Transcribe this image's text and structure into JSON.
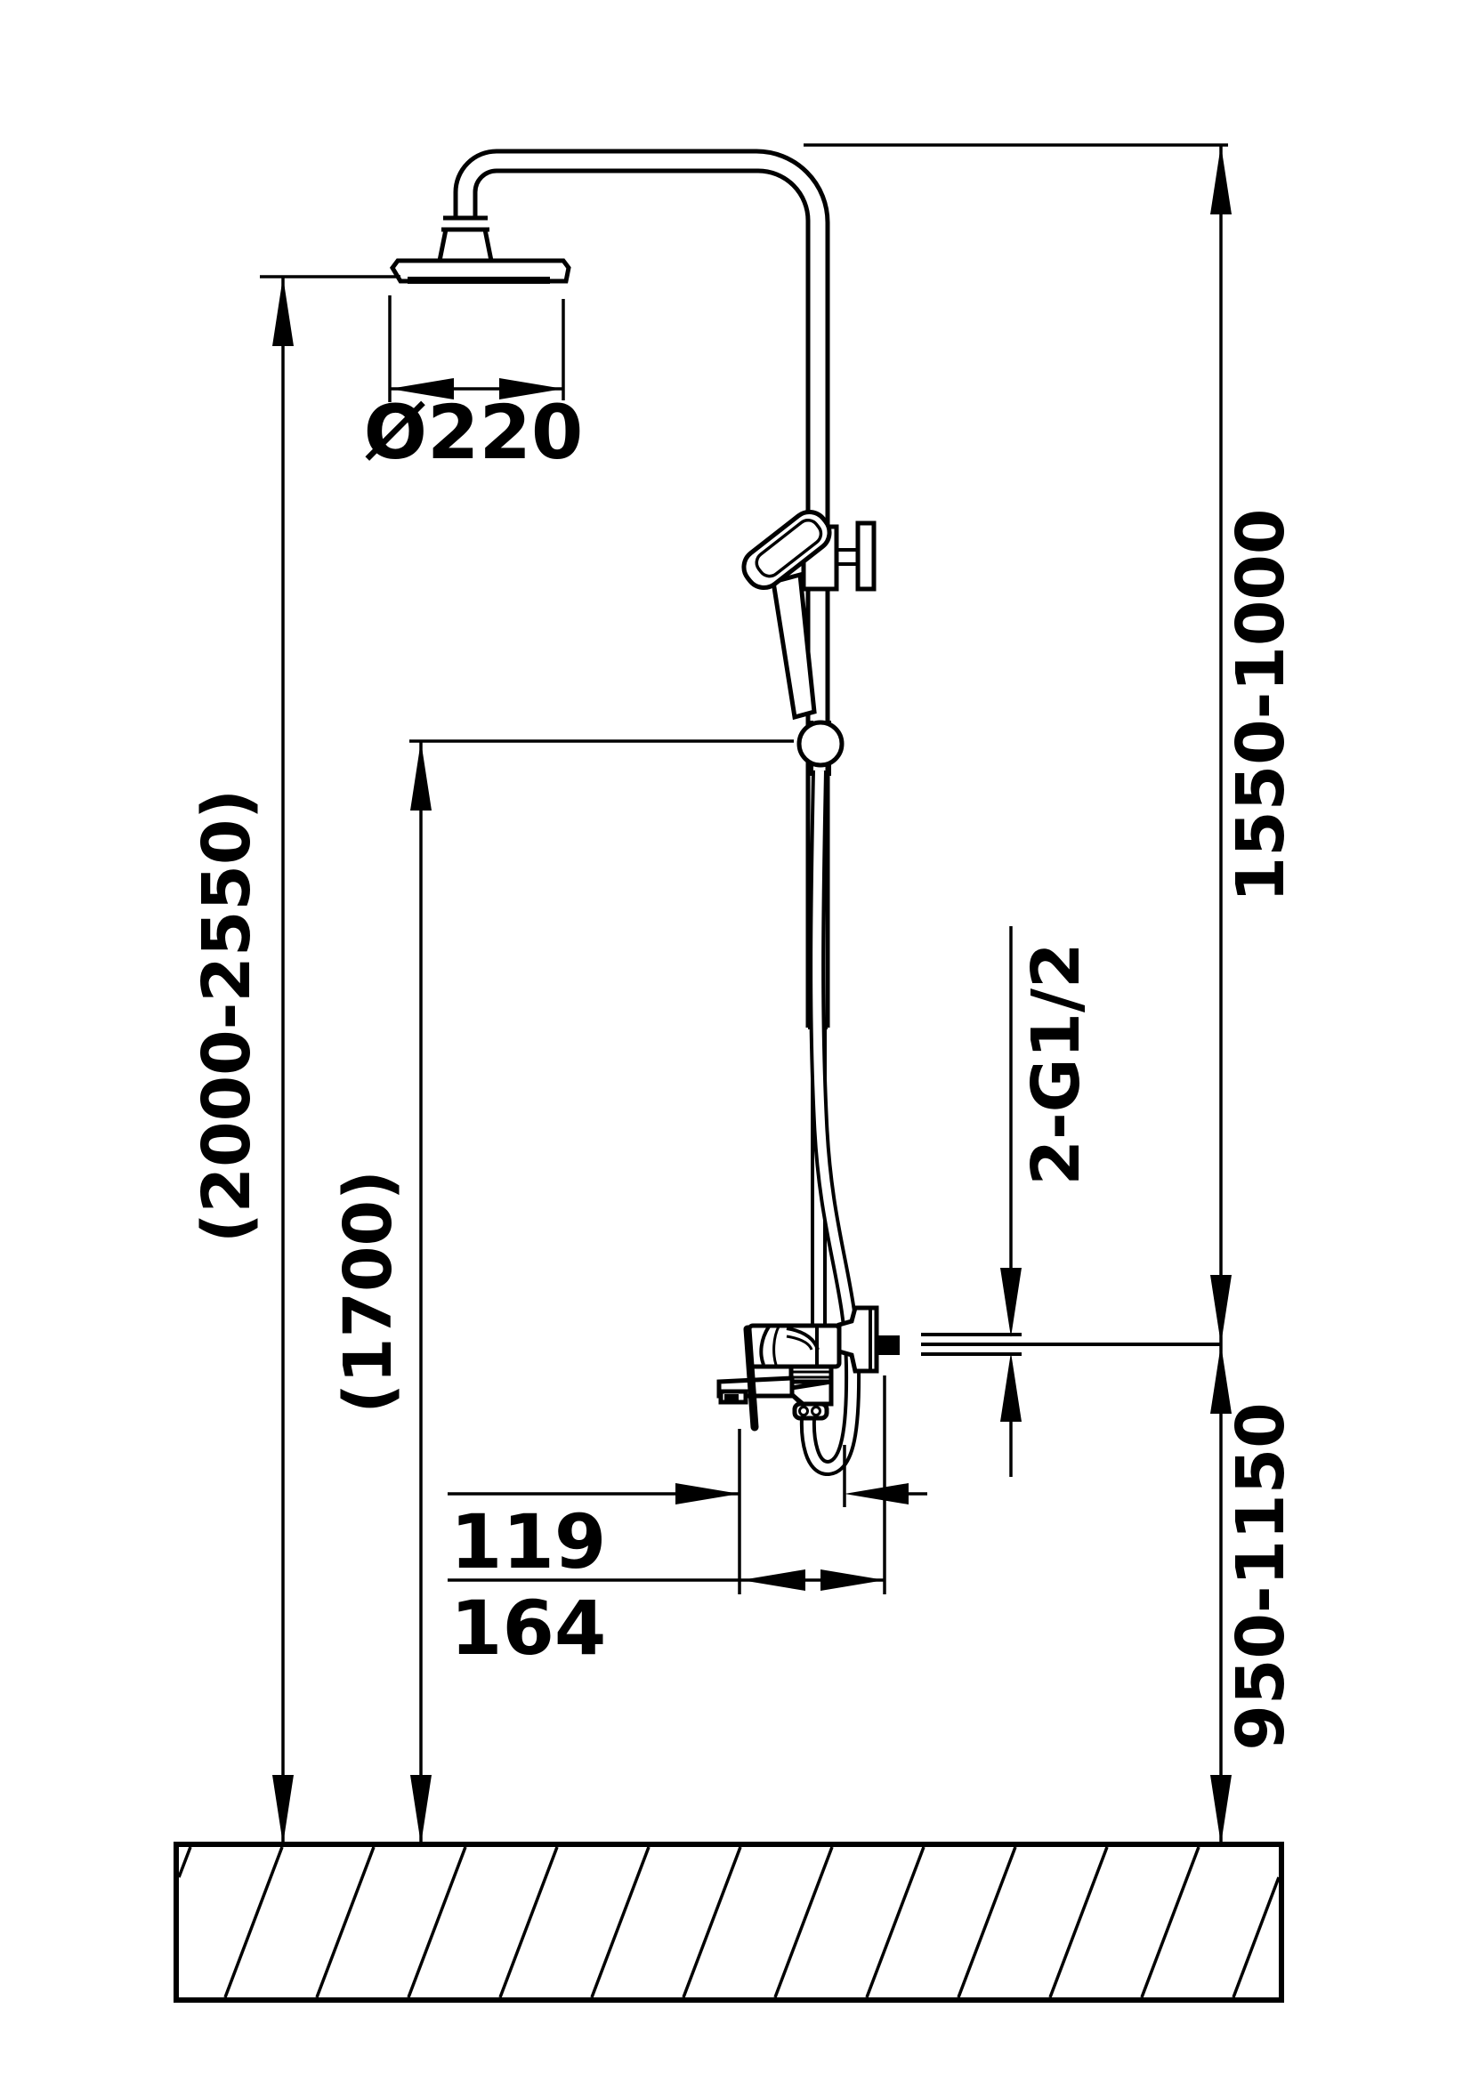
{
  "colors": {
    "ink": "#000000",
    "paper": "#ffffff"
  },
  "labels": {
    "head_diameter": "Ø220",
    "overall_height": "(2000-2550)",
    "handshower_height": "(1700)",
    "riser_height_range": "1550-1000",
    "base_height_range": "950-1150",
    "thread_connections": "2-G1/2",
    "spout_reach": "119",
    "wall_to_spout": "164"
  }
}
